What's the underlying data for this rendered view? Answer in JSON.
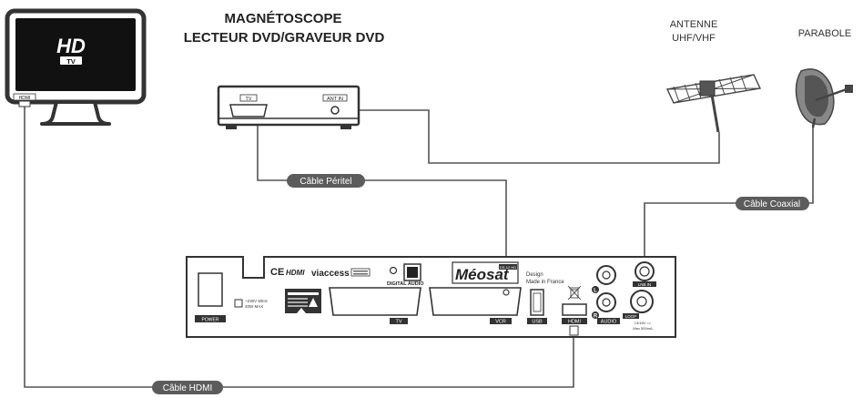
{
  "title": {
    "line1": "MAGNÉTOSCOPE",
    "line2": "LECTEUR DVD/GRAVEUR DVD"
  },
  "antenna_label": {
    "line1": "ANTENNE",
    "line2": "UHF/VHF"
  },
  "dish_label": "PARABOLE",
  "tv": {
    "logo_hd": "HD",
    "logo_tv": "TV",
    "port": "HDMI"
  },
  "vcr": {
    "port_tv": "TV",
    "port_ant": "ANT IN"
  },
  "cables": {
    "peritel": "Câble Péritel",
    "coaxial": "Câble Coaxial",
    "hdmi": "Câble HDMI"
  },
  "receiver": {
    "brand": "Méosat",
    "model": "DS-12 HD",
    "ce": "CE",
    "hdmi_logo": "HDMI",
    "viaccess": "viaccess",
    "digital_audio": "DIGITAL AUDIO",
    "voltage_1": "~230V 50Hz",
    "voltage_2": "40W MAX",
    "power": "POWER",
    "tv": "TV",
    "vcr": "VCR",
    "usb": "USB",
    "hdmi": "HDMI",
    "audio": "AUDIO",
    "lnb": "LNB IN",
    "loop": "LOOP",
    "lnb_spec_1": "13/18V ==",
    "lnb_spec_2": "Max 500mA",
    "design_1": "Design",
    "design_2": "Made in France",
    "audio_l": "L",
    "audio_r": "R"
  }
}
